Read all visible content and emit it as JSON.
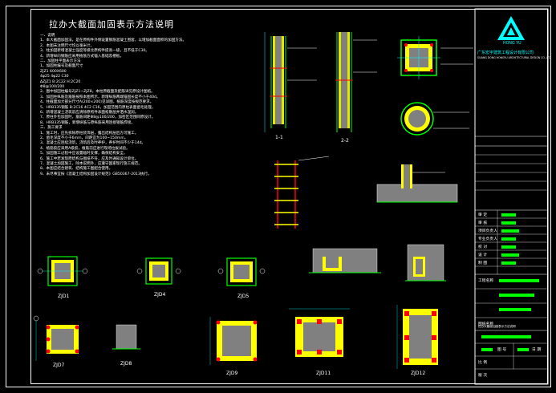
{
  "drawing": {
    "title": "拉办大截面加固表示方法说明",
    "notes": [
      "一、说明",
      "1、本大截面加固法，是在原构件外侧设置钢筋混凝土围套，以增加截面面积的加固方法。",
      "2、本图未注明尺寸均以毫米计。",
      "3、柱加固新增混凝土强度等级比原构件提高一级，且不低于C30。",
      "4、新增纵向钢筋应采用植筋方式锚入基础及楼板。",
      "二、加固柱平面表示方法",
      "1、加固柱编号及截面尺寸",
      "ZJZ1 600X600",
      "4φ25 4φ22 C30",
      "ΔZJZ1 B:2C22 H:2C20",
      "Φ8@100/200",
      "2、图中加固柱编号ZJZ1~ZJZ8，本柱原截面及配筋详见原设计图纸。",
      "3、加固柱纵筋及箍筋按照本图所示，新增纵筋两端锚固长度不小于40d。",
      "4、柱截面加大部分尺寸A(200×200)见详图，植筋深度按规范要求。",
      "5、HRB335钢筋 B:2C16 4C2 C16，加固范围内原柱表面凿毛处理。",
      "6、新增混凝土浇筑前应清除原构件表面松散层并洒水湿润。",
      "7、原柱外包加固时，箍筋间距Φ8@100/200，加密区范围同原设计。",
      "8、HRB335钢筋，新增纵筋与原纵筋采用连接钢筋焊接。",
      "三、施工要求",
      "1、施工时，应先拆除原柱装饰层，露出结构层后方可施工。",
      "2、凿毛深度不小于6mm，间距宜为100~150mm。",
      "3、混凝土应连续浇筑，浇筑后及时养护，养护时间不少于14d。",
      "4、植筋胶应采用A级胶，植筋前应进行现场拉拔试验。",
      "5、加固施工过程中应设置临时支撑，确保结构安全。",
      "6、施工中若发现原结构与图纸不符，应及时通知设计单位。",
      "7、混凝土加固施工，除本说明外，应遵守国家现行施工规范。",
      "8、本图应结合建筑、结构施工图配合使用。",
      "9、未尽事宜按《混凝土结构加固设计规范》GB50367-2013执行。"
    ],
    "details": [
      {
        "label": "1-1"
      },
      {
        "label": "2-2"
      },
      {
        "label": "ZJD1"
      },
      {
        "label": "ZJD4"
      },
      {
        "label": "ZJD5"
      },
      {
        "label": "ZJD7"
      },
      {
        "label": "ZJD8"
      },
      {
        "label": "ZJD9"
      },
      {
        "label": "ZJD11"
      },
      {
        "label": "ZJD12"
      }
    ]
  },
  "titleblock": {
    "logo_text": "HONG YU",
    "company": "广东宏宇建筑工程设计有限公司",
    "company_en": "GUANG DONG HONGYU ARCHITECTURAL DESIGN CO.,LTD",
    "rows": [
      "审  定",
      "审  核",
      "项目负责人",
      "专业负责人",
      "校  对",
      "设  计",
      "制  图"
    ],
    "project_label": "工程名称",
    "drawing_label": "图纸名称",
    "drawing_name": "拉办大截面加固表示方法说明",
    "no_label": "图 号",
    "date_label": "日 期",
    "scale_label": "比 例",
    "version_label": "版 次"
  },
  "colors": {
    "line": "#ffffff",
    "green": "#00ff00",
    "yellow": "#ffff00",
    "cyan": "#00ffff",
    "red": "#ff0000",
    "magenta": "#ff00ff",
    "blue": "#0000ff",
    "concrete": "#808080"
  }
}
